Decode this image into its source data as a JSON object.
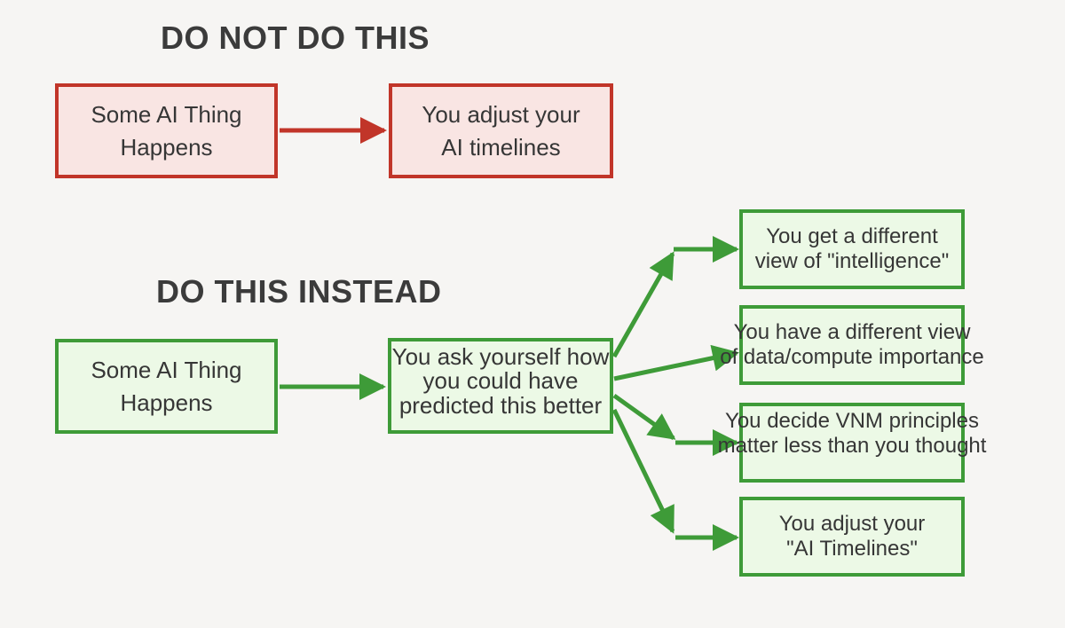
{
  "canvas": {
    "background": "#f6f5f3"
  },
  "colors": {
    "background": "#f6f5f3",
    "red_line": "#c13529",
    "red_fill": "#f9e5e3",
    "green_line": "#3e9b38",
    "green_fill": "#ecf9e6",
    "title_text": "#3b3b3b",
    "box_text": "#363636"
  },
  "do_not_section": {
    "title": "DO NOT DO THIS",
    "cause_box": "Some AI Thing\nHappens",
    "effect_box": "You adjust your\nAI timelines"
  },
  "do_instead_section": {
    "title": "DO THIS INSTEAD",
    "cause_box": "Some AI Thing\nHappens",
    "reflection_box": "You ask yourself how\nyou could have\npredicted this better",
    "outcome_boxes": [
      "You get a different\nview of \"intelligence\"",
      "You have a different view\nof data/compute importance",
      "You decide VNM principles\nmatter less than you thought",
      "You adjust your\n\"AI Timelines\""
    ]
  }
}
